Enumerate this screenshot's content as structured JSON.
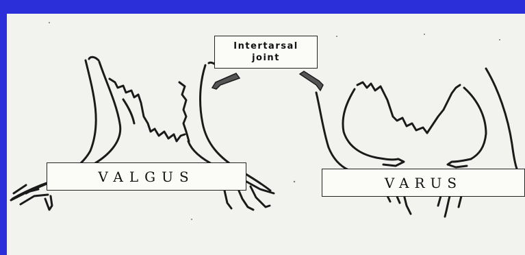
{
  "labels": {
    "joint": [
      "Intertarsal",
      "joint"
    ],
    "valgus": "VALGUS",
    "varus": "VARUS"
  },
  "colors": {
    "background": "#2b2fd9",
    "paper": "#f2f2ee",
    "ink": "#1a1a1a"
  }
}
